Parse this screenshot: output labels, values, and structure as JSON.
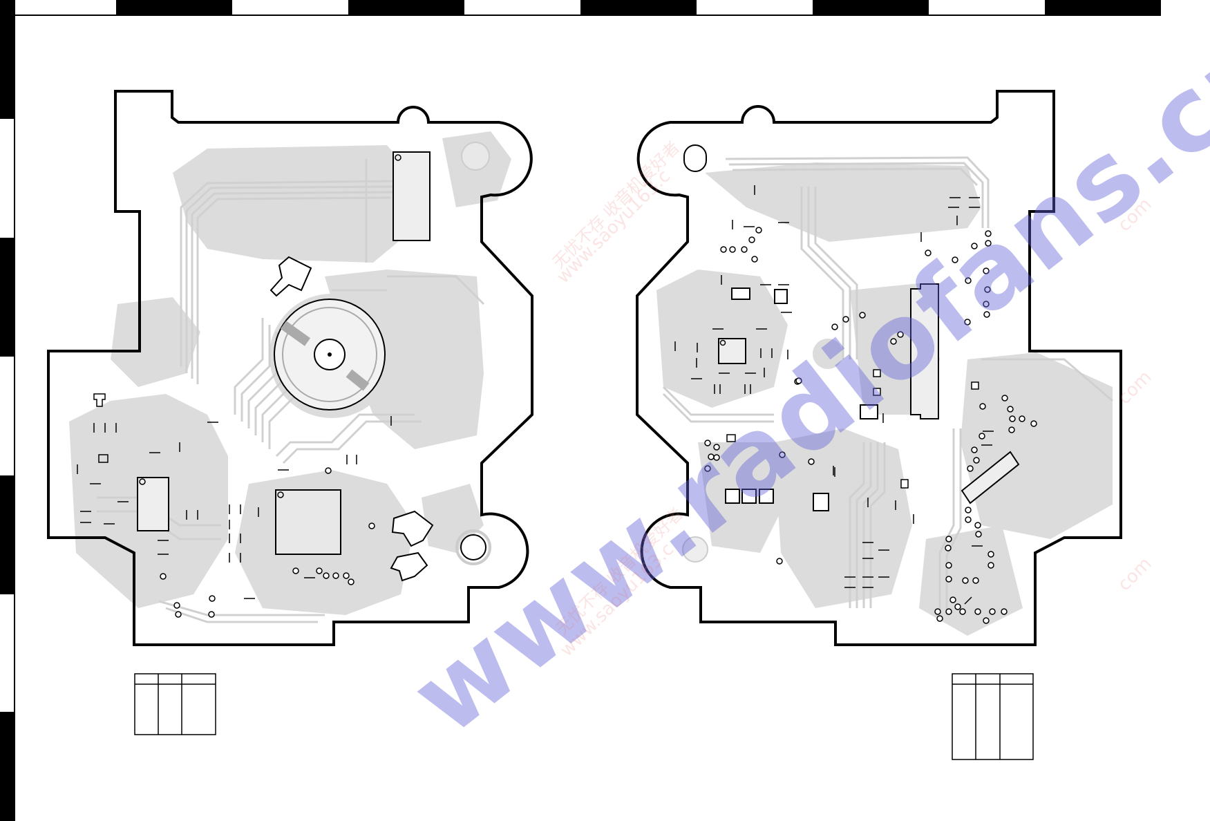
{
  "document": {
    "type": "pcb-layout-drawing",
    "boards": [
      {
        "id": "component-side",
        "table": {
          "columns": 3,
          "rows": 2
        }
      },
      {
        "id": "foil-side",
        "table": {
          "columns": 3,
          "rows": 2
        }
      }
    ]
  },
  "watermark": {
    "main": "www.radiofans.cn",
    "site": "www.saoyu163.c",
    "cjk": "无忧不存 收音机爱好者",
    "com": "com"
  },
  "colors": {
    "outline": "#000000",
    "trace": "#d8d8d8",
    "trace_dark": "#c4c4c4",
    "watermark_blue": "#5f5fd7",
    "watermark_red": "#eb7878"
  }
}
